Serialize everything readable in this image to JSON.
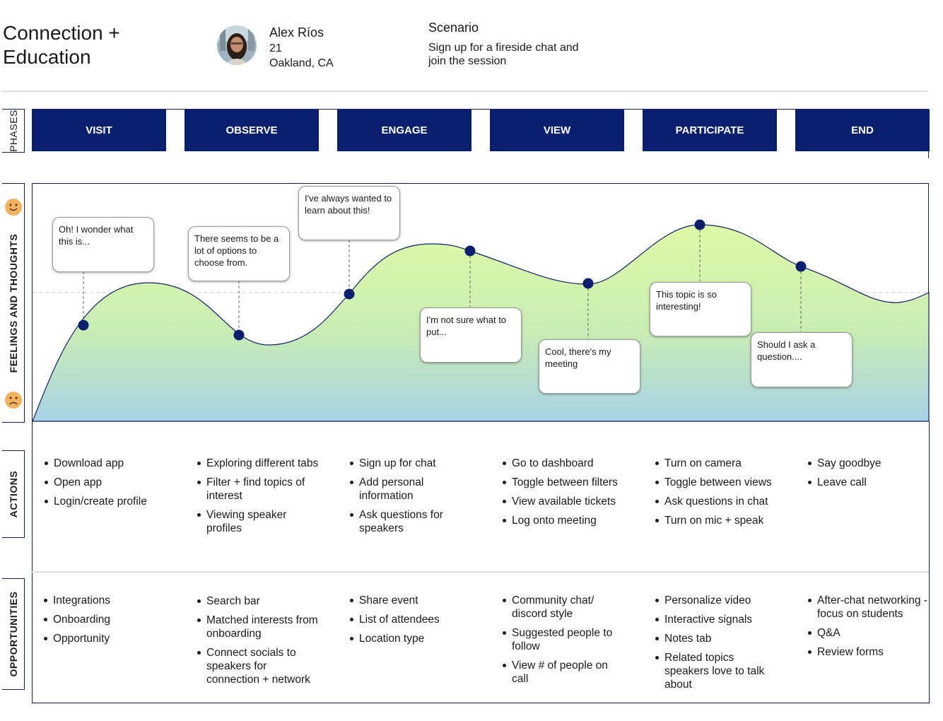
{
  "header": {
    "title": "Connection + Education",
    "persona": {
      "name": "Alex Ríos",
      "age": "21",
      "location": "Oakland, CA"
    },
    "scenario": {
      "heading": "Scenario",
      "text": "Sign up for a fireside chat and join the session"
    }
  },
  "row_labels": {
    "phases": "PHASES",
    "feelings": "FEELINGS AND THOUGHTS",
    "actions": "ACTIONS",
    "opportunities": "OPPORTUNITIES"
  },
  "icons": {
    "happy": "smiley-face-icon",
    "sad": "frowning-face-icon"
  },
  "colors": {
    "navy": "#0a1f6e",
    "curve_top": "#d9f7a8",
    "curve_bottom": "#a9d4e6"
  },
  "phases": [
    "VISIT",
    "OBSERVE",
    "ENGAGE",
    "VIEW",
    "PARTICIPATE",
    "END"
  ],
  "thoughts": [
    "Oh! I wonder what this is...",
    "There seems to be a lot of options to choose from.",
    "I've always wanted to learn about this!",
    "I'm not sure what to put...",
    "Cool, there's my meeting",
    "This topic is so interesting!",
    "Should I ask a question...."
  ],
  "actions": [
    [
      "Download app",
      "Open app",
      "Login/create profile"
    ],
    [
      "Exploring different tabs",
      "Filter + find topics of interest",
      "Viewing speaker profiles"
    ],
    [
      "Sign up for chat",
      "Add personal information",
      "Ask questions for speakers"
    ],
    [
      "Go to dashboard",
      "Toggle between filters",
      "View available tickets",
      "Log onto meeting"
    ],
    [
      "Turn on camera",
      "Toggle between views",
      "Ask questions in chat",
      "Turn on mic + speak"
    ],
    [
      "Say goodbye",
      "Leave call"
    ]
  ],
  "opportunities": [
    [
      "Integrations",
      "Onboarding",
      "Opportunity"
    ],
    [
      "Search bar",
      "Matched interests from onboarding",
      "Connect socials to speakers for connection + network"
    ],
    [
      "Share event",
      "List of attendees",
      "Location type"
    ],
    [
      "Community chat/ discord style",
      "Suggested people to follow",
      "View # of people on call"
    ],
    [
      "Personalize video",
      "Interactive signals",
      "Notes tab",
      "Related topics speakers love to talk about"
    ],
    [
      "After-chat networking - focus on students",
      "Q&A",
      "Review forms"
    ]
  ]
}
